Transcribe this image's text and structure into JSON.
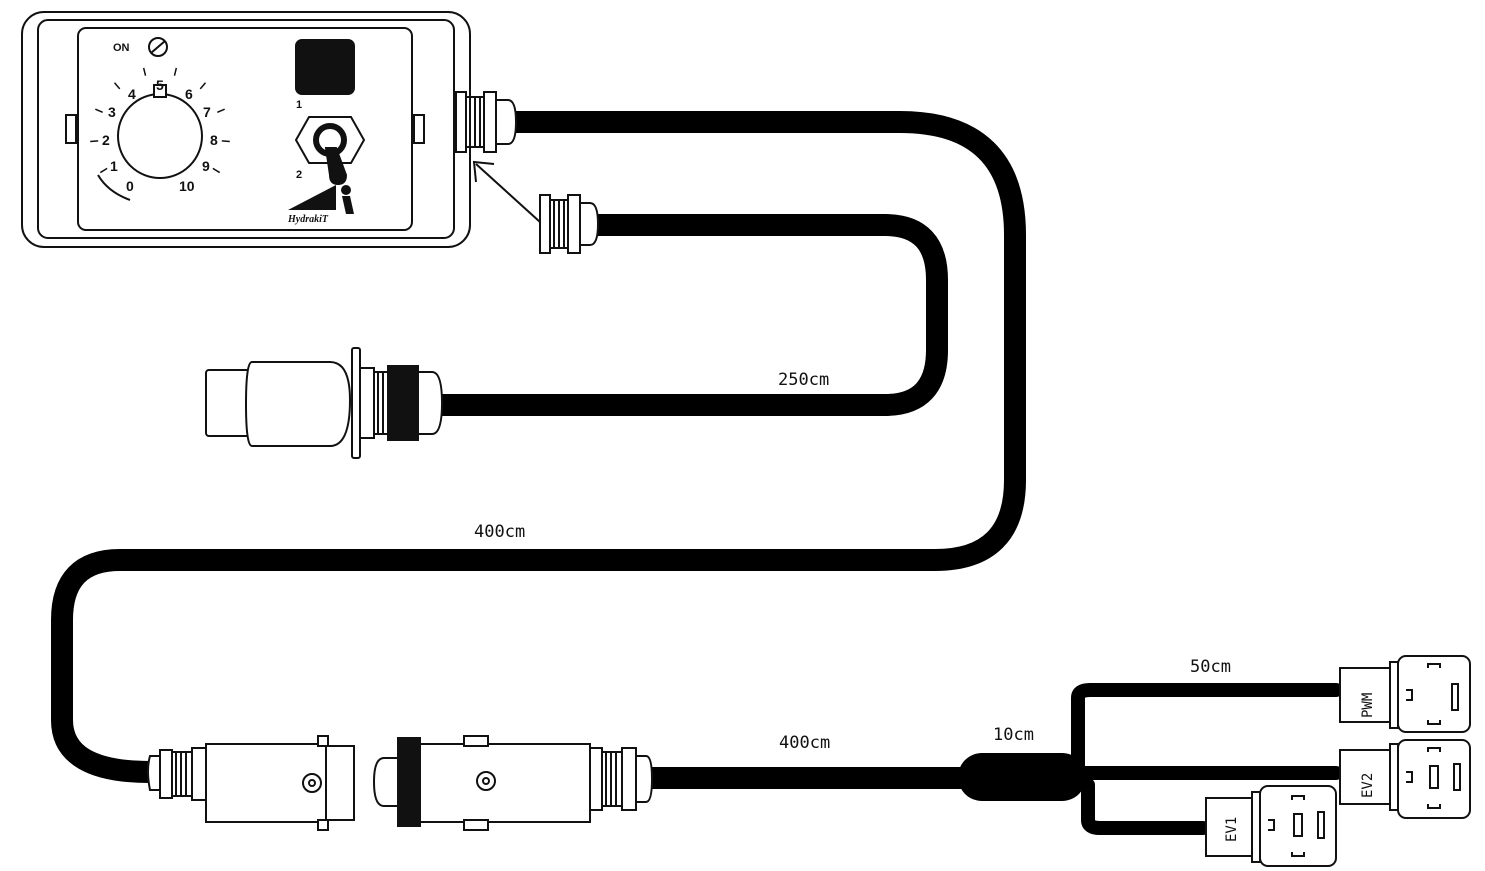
{
  "control_box": {
    "on_label": "ON",
    "dial_numbers": [
      "0",
      "1",
      "2",
      "3",
      "4",
      "5",
      "6",
      "7",
      "8",
      "9",
      "10"
    ],
    "switch_positions": [
      "1",
      "2"
    ],
    "brand": "HydrakiT"
  },
  "cables": {
    "power_cable_length": "250cm",
    "main_cable_length": "400cm",
    "extension_cable_length": "400cm",
    "split_length": "10cm",
    "branch_length": "50cm"
  },
  "connectors": {
    "pwm": "PWM",
    "ev1": "EV1",
    "ev2": "EV2"
  },
  "colors": {
    "cable": "#000000",
    "line": "#111111",
    "background": "#ffffff"
  }
}
